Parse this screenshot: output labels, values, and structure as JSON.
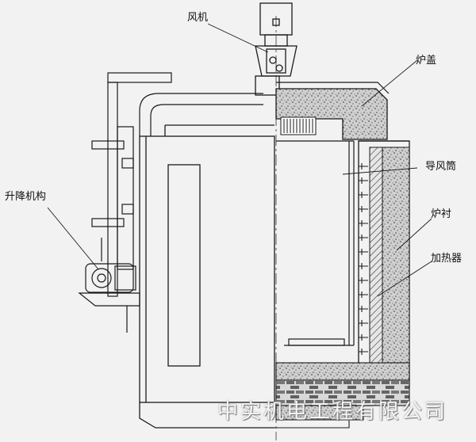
{
  "labels": {
    "fan": "风机",
    "furnace_cover": "炉盖",
    "guide_duct": "导风筒",
    "lining": "炉衬",
    "heater": "加热器",
    "lift_mechanism": "升降机构"
  },
  "watermark": "中实机电工程有限公司",
  "colors": {
    "background": "#f2f2f2",
    "line": "#1a1a1a",
    "insulation": "#8a8a8a",
    "brick": "#6e6e6e"
  }
}
